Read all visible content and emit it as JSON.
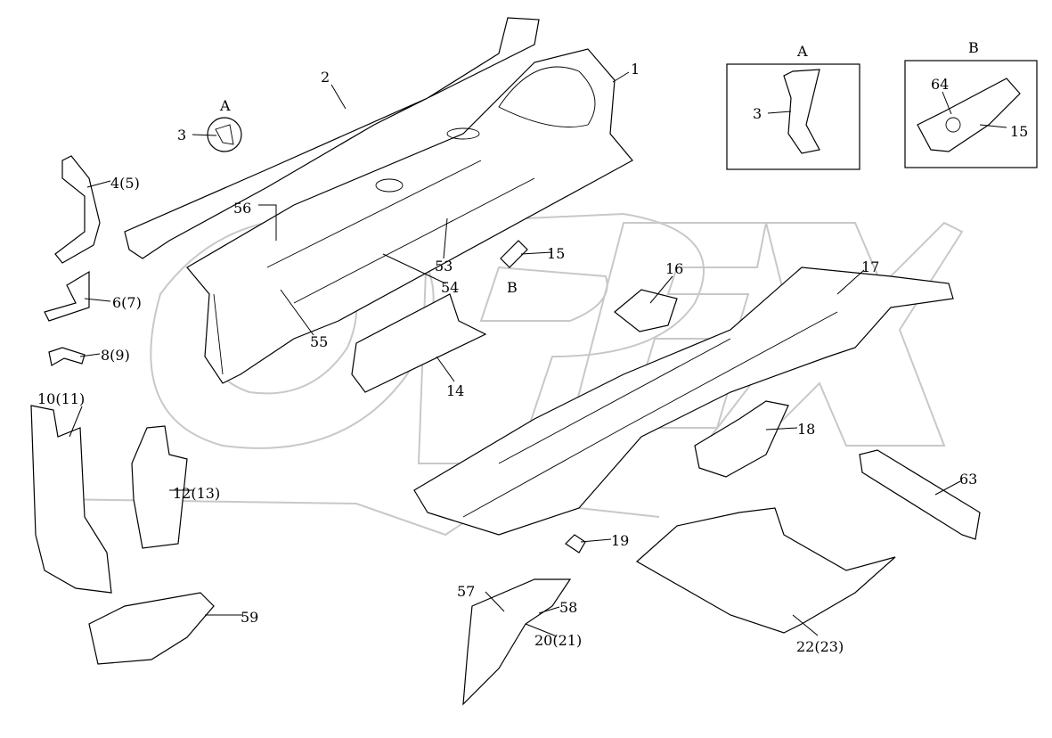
{
  "diagram": {
    "callouts": [
      "1",
      "2",
      "A",
      "3",
      "4(5)",
      "56",
      "53",
      "15",
      "B",
      "54",
      "55",
      "6(7)",
      "8(9)",
      "10(11)",
      "14",
      "16",
      "17",
      "18",
      "12(13)",
      "63",
      "19",
      "57",
      "58",
      "20(21)",
      "59",
      "22(23)"
    ],
    "inset_a": {
      "title": "A",
      "callouts": [
        "3"
      ]
    },
    "inset_b": {
      "title": "B",
      "callouts": [
        "64",
        "15"
      ]
    },
    "watermark": "OPEX"
  }
}
